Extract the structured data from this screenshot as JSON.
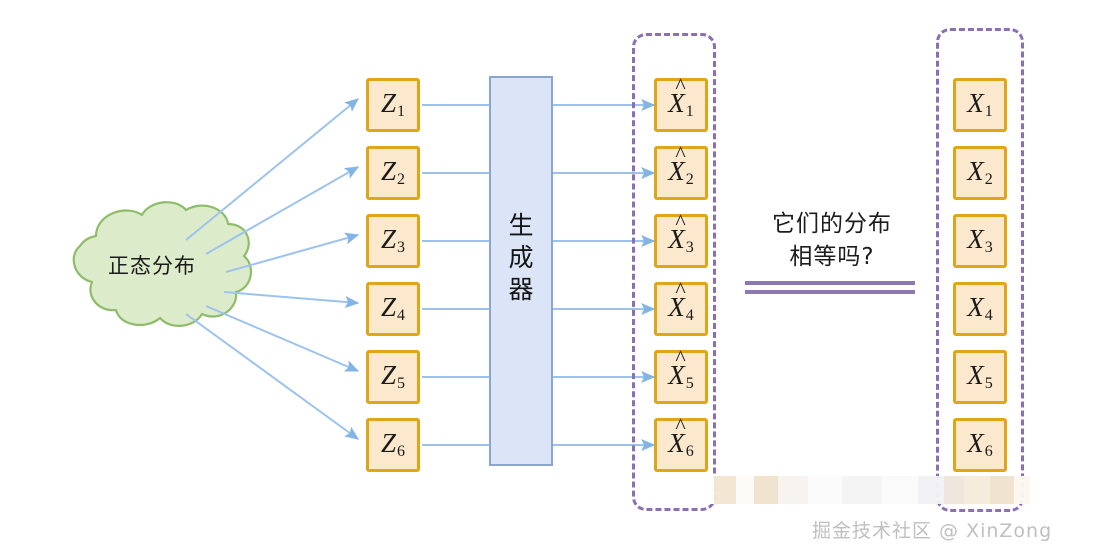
{
  "diagram": {
    "title": "GAN generator distribution comparison diagram",
    "colors": {
      "box_fill": "#fbe8cd",
      "box_border": "#dfa618",
      "cloud_fill": "#dceccb",
      "cloud_border": "#8fbc6b",
      "generator_fill": "#dbe5f7",
      "generator_border": "#8ba6ce",
      "arrow": "#9cc3ee",
      "dashed_group": "#8b6fb0",
      "equals_bar": "#8d78b4",
      "watermark": "#bfbfbf"
    }
  },
  "cloud": {
    "label": "正态分布",
    "name": "normal-distribution-cloud"
  },
  "latent_nodes": [
    {
      "base": "Z",
      "sub": "1"
    },
    {
      "base": "Z",
      "sub": "2"
    },
    {
      "base": "Z",
      "sub": "3"
    },
    {
      "base": "Z",
      "sub": "4"
    },
    {
      "base": "Z",
      "sub": "5"
    },
    {
      "base": "Z",
      "sub": "6"
    }
  ],
  "generator": {
    "label_lines": [
      "生",
      "成",
      "器"
    ]
  },
  "generated_nodes": [
    {
      "base": "X",
      "sub": "1",
      "hat": "^"
    },
    {
      "base": "X",
      "sub": "2",
      "hat": "^"
    },
    {
      "base": "X",
      "sub": "3",
      "hat": "^"
    },
    {
      "base": "X",
      "sub": "4",
      "hat": "^"
    },
    {
      "base": "X",
      "sub": "5",
      "hat": "^"
    },
    {
      "base": "X",
      "sub": "6",
      "hat": "^"
    }
  ],
  "real_nodes": [
    {
      "base": "X",
      "sub": "1"
    },
    {
      "base": "X",
      "sub": "2"
    },
    {
      "base": "X",
      "sub": "3"
    },
    {
      "base": "X",
      "sub": "4"
    },
    {
      "base": "X",
      "sub": "5"
    },
    {
      "base": "X",
      "sub": "6"
    }
  ],
  "question": {
    "line1": "它们的分布",
    "line2": "相等吗?"
  },
  "watermark": {
    "text": "掘金技术社区 @ XinZong"
  }
}
